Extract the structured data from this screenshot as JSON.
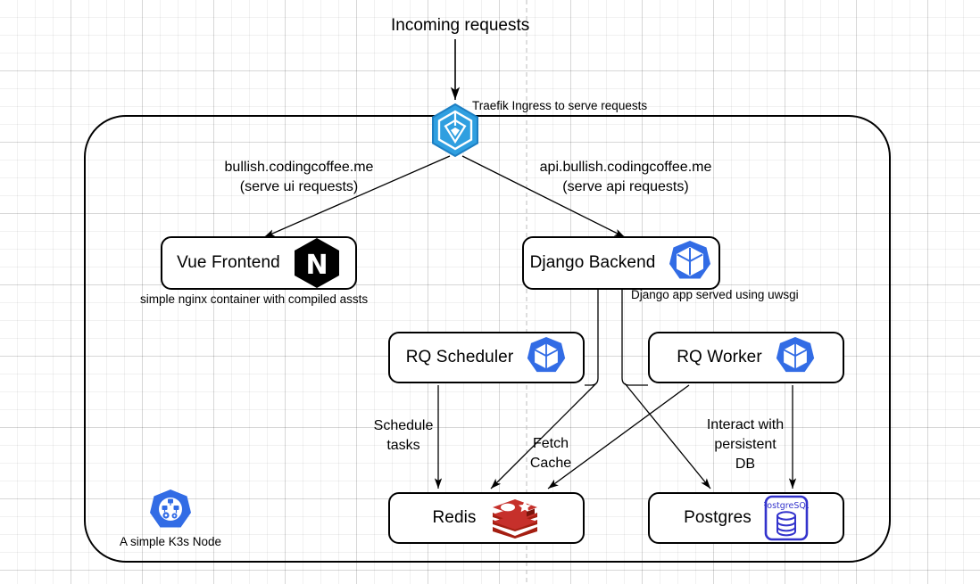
{
  "diagram": {
    "title_text": "Incoming requests",
    "ingress_note": "Traefik Ingress to serve requests",
    "node_caption_frontend": "simple nginx container with compiled assts",
    "node_caption_backend": "Django app served using uwsgi",
    "node_caption_k3s": "A simple K3s Node"
  },
  "nodes": [
    {
      "id": "vue-frontend",
      "label": "Vue Frontend",
      "icon": "nginx-icon"
    },
    {
      "id": "django-backend",
      "label": "Django Backend",
      "icon": "kubernetes-pod-icon"
    },
    {
      "id": "rq-scheduler",
      "label": "RQ Scheduler",
      "icon": "kubernetes-pod-icon"
    },
    {
      "id": "rq-worker",
      "label": "RQ Worker",
      "icon": "kubernetes-pod-icon"
    },
    {
      "id": "redis",
      "label": "Redis",
      "icon": "redis-icon"
    },
    {
      "id": "postgres",
      "label": "Postgres",
      "icon": "postgresql-icon"
    }
  ],
  "edge_labels": {
    "ui_host": "bullish.codingcoffee.me\n(serve ui requests)",
    "api_host": "api.bullish.codingcoffee.me\n(serve api requests)",
    "schedule_tasks": "Schedule\ntasks",
    "fetch_cache": "Fetch\nCache",
    "persistent_db": "Interact with\npersistent\nDB"
  },
  "icons": {
    "traefik": "traefik-icon",
    "k3s": "k3s-node-icon",
    "postgres_badge_text": "PostgreSQL"
  },
  "colors": {
    "traefik_blue": "#2496ed",
    "kubernetes_blue": "#326ce5",
    "redis_red": "#c6302b",
    "postgres_blue": "#3333cc",
    "nginx_black": "#000000",
    "stroke": "#000000",
    "grid": "#e6e6e6"
  }
}
